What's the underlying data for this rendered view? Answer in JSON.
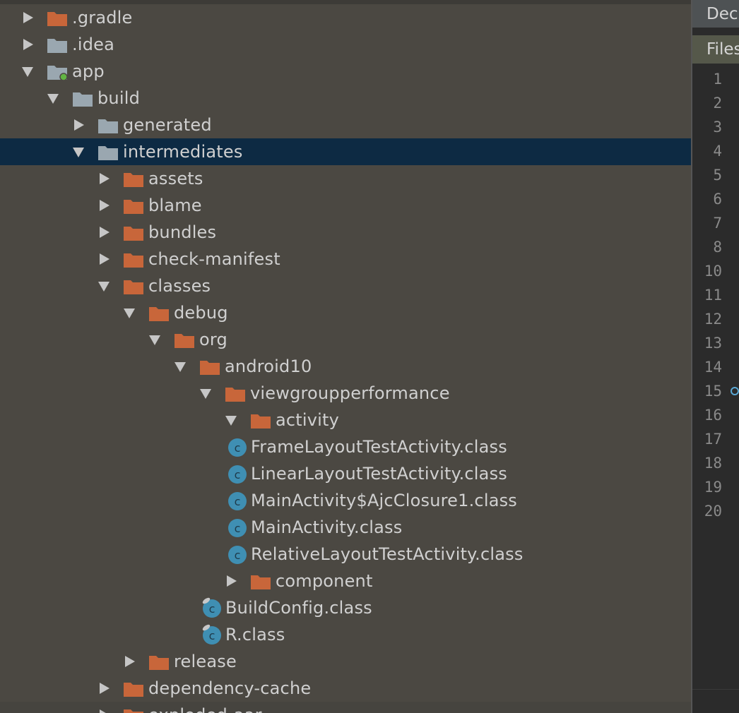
{
  "tree": {
    "rows": [
      {
        "label": ".gradle",
        "depth": 0,
        "expanded": false,
        "icon": "folder-orange"
      },
      {
        "label": ".idea",
        "depth": 0,
        "expanded": false,
        "icon": "folder-grey"
      },
      {
        "label": "app",
        "depth": 0,
        "expanded": true,
        "icon": "module-folder"
      },
      {
        "label": "build",
        "depth": 1,
        "expanded": true,
        "icon": "folder-grey"
      },
      {
        "label": "generated",
        "depth": 2,
        "expanded": false,
        "icon": "folder-grey"
      },
      {
        "label": "intermediates",
        "depth": 2,
        "expanded": true,
        "icon": "folder-grey",
        "selected": true
      },
      {
        "label": "assets",
        "depth": 3,
        "expanded": false,
        "icon": "folder-orange"
      },
      {
        "label": "blame",
        "depth": 3,
        "expanded": false,
        "icon": "folder-orange"
      },
      {
        "label": "bundles",
        "depth": 3,
        "expanded": false,
        "icon": "folder-orange"
      },
      {
        "label": "check-manifest",
        "depth": 3,
        "expanded": false,
        "icon": "folder-orange"
      },
      {
        "label": "classes",
        "depth": 3,
        "expanded": true,
        "icon": "folder-orange"
      },
      {
        "label": "debug",
        "depth": 4,
        "expanded": true,
        "icon": "folder-orange"
      },
      {
        "label": "org",
        "depth": 5,
        "expanded": true,
        "icon": "folder-orange"
      },
      {
        "label": "android10",
        "depth": 6,
        "expanded": true,
        "icon": "folder-orange"
      },
      {
        "label": "viewgroupperformance",
        "depth": 7,
        "expanded": true,
        "icon": "folder-orange"
      },
      {
        "label": "activity",
        "depth": 8,
        "expanded": true,
        "icon": "folder-orange"
      },
      {
        "label": "FrameLayoutTestActivity.class",
        "depth": 9,
        "expanded": null,
        "icon": "class-file"
      },
      {
        "label": "LinearLayoutTestActivity.class",
        "depth": 9,
        "expanded": null,
        "icon": "class-file"
      },
      {
        "label": "MainActivity$AjcClosure1.class",
        "depth": 9,
        "expanded": null,
        "icon": "class-file"
      },
      {
        "label": "MainActivity.class",
        "depth": 9,
        "expanded": null,
        "icon": "class-file"
      },
      {
        "label": "RelativeLayoutTestActivity.class",
        "depth": 9,
        "expanded": null,
        "icon": "class-file"
      },
      {
        "label": "component",
        "depth": 8,
        "expanded": false,
        "icon": "folder-orange"
      },
      {
        "label": "BuildConfig.class",
        "depth": 8,
        "expanded": null,
        "icon": "class-file-locked"
      },
      {
        "label": "R.class",
        "depth": 8,
        "expanded": null,
        "icon": "class-file-locked"
      },
      {
        "label": "release",
        "depth": 4,
        "expanded": false,
        "icon": "folder-orange"
      },
      {
        "label": "dependency-cache",
        "depth": 3,
        "expanded": false,
        "icon": "folder-orange"
      },
      {
        "label": "exploded-aar",
        "depth": 3,
        "expanded": false,
        "icon": "folder-orange",
        "greyed": true
      }
    ]
  },
  "gutter": {
    "tabs": [
      "Declarations",
      "Files"
    ],
    "line_numbers": [
      "1",
      "2",
      "3",
      "4",
      "5",
      "6",
      "7",
      "8",
      "10",
      "11",
      "12",
      "13",
      "14",
      "15",
      "16",
      "17",
      "18",
      "19",
      "20"
    ]
  },
  "colors": {
    "tree_bg": "#4b4842",
    "selection": "#0d2a43",
    "folder_orange": "#c8663a",
    "folder_grey": "#9aa7b0",
    "class_icon": "#3f8fb3",
    "text": "#d0d0d0"
  }
}
